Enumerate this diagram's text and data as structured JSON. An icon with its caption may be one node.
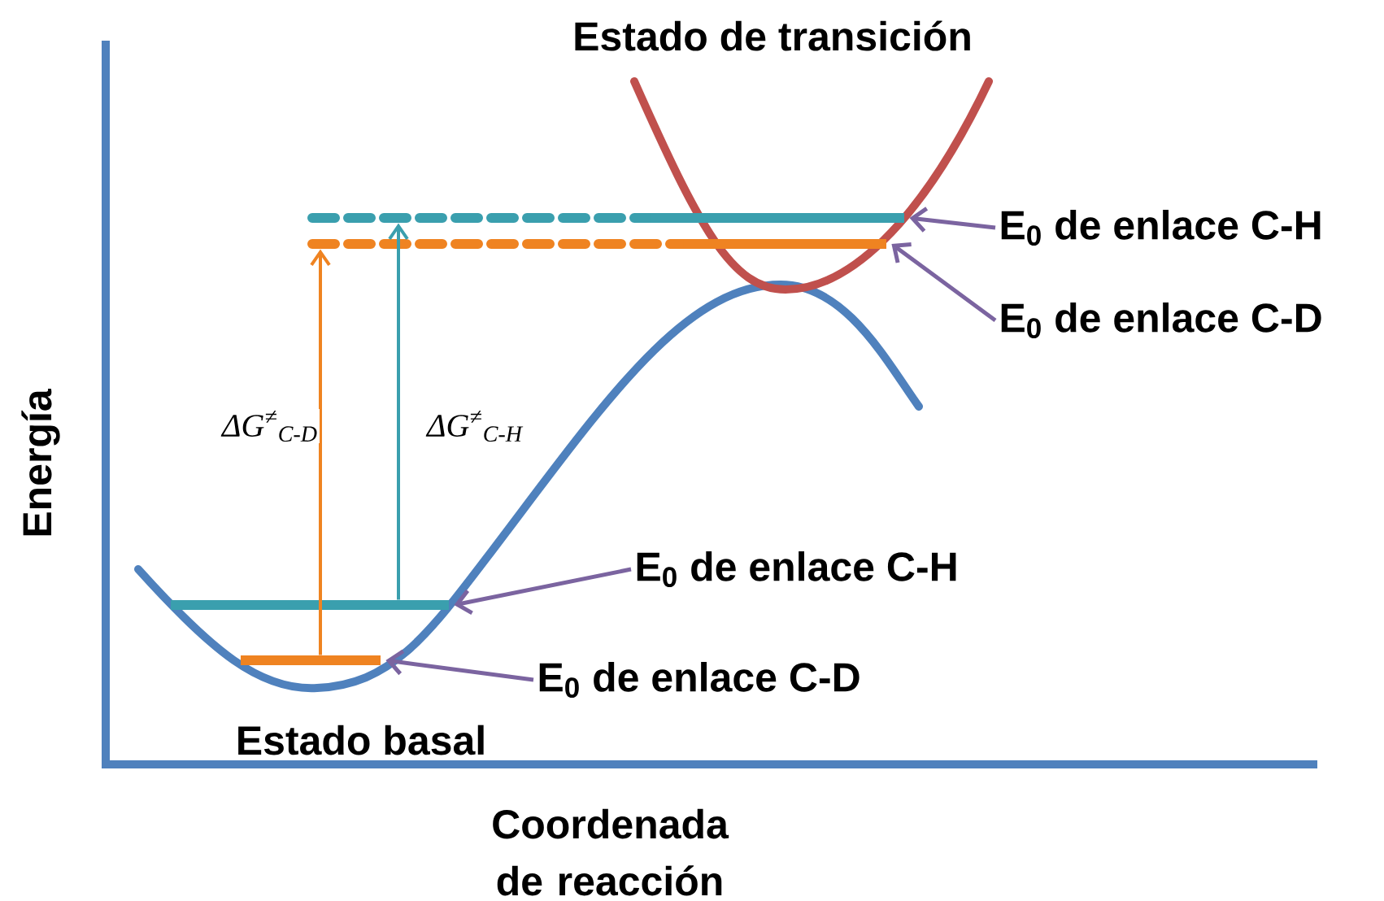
{
  "diagram": {
    "nodes": [
      {
        "text": [
          "E$_{0}$ de enlace C-H"
        ]
      },
      {
        "text": [
          "E$_{0}$ de enlace C-D"
        ]
      },
      {
        "text": [
          "E$_{0}$ de enlace C-H"
        ]
      },
      {
        "text": [
          "E$_{0}$ de enlace C-D"
        ]
      },
      {
        "text": [],
        "shape": "bar"
      },
      {
        "text": [],
        "shape": "bar"
      },
      {
        "text": [],
        "shape": "bar"
      },
      {
        "text": [],
        "shape": "bar"
      }
    ],
    "edges": [
      {
        "from": 0,
        "to": 4,
        "arrow": "to"
      },
      {
        "from": 1,
        "to": 5,
        "arrow": "to"
      },
      {
        "from": 2,
        "to": 6,
        "arrow": "to"
      },
      {
        "from": 3,
        "to": 7,
        "arrow": "to"
      },
      {
        "from": 7,
        "to": 5,
        "arrow": "to",
        "label": "ΔG$^{≠}$$_{C-D}$",
        "color": "#ef8321"
      },
      {
        "from": 6,
        "to": 4,
        "arrow": "to",
        "label": "ΔG$^{≠}$$_{C-H}$",
        "color": "#3a9fae"
      }
    ],
    "labels": [
      "Estado de transición",
      "Energía",
      "Estado basal",
      "Coordenada de reacción"
    ]
  }
}
